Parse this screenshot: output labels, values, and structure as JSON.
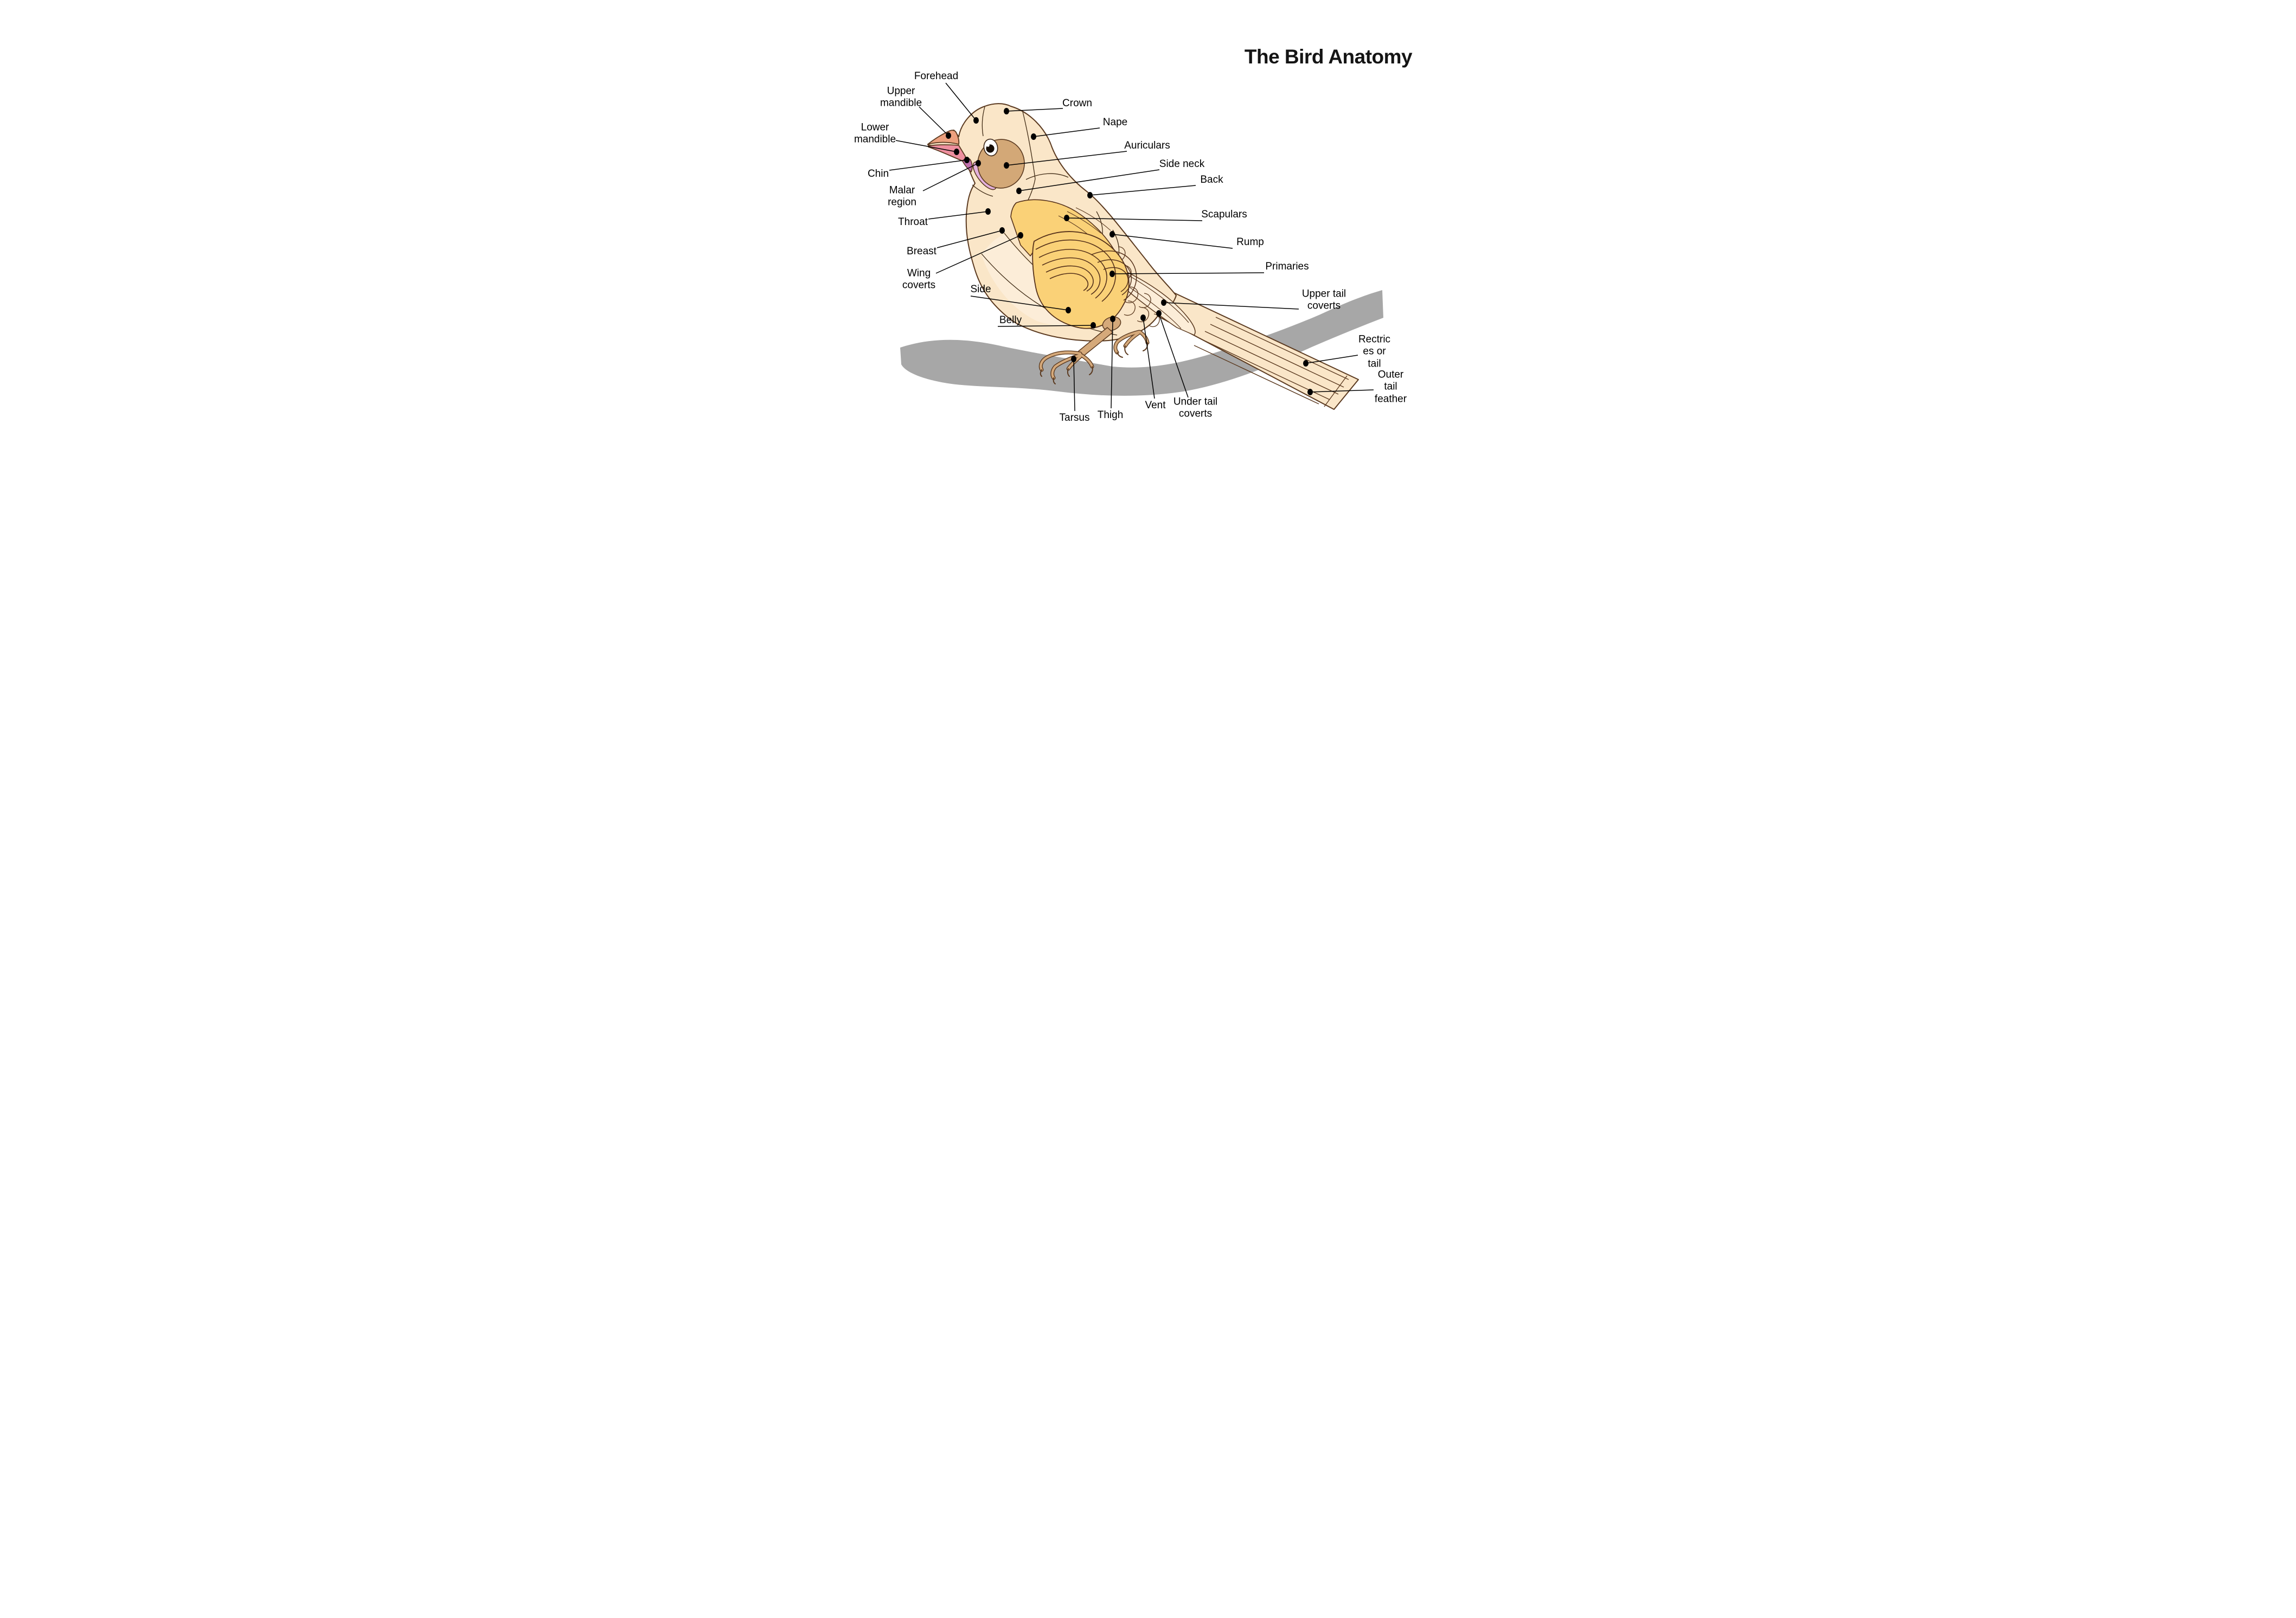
{
  "title": "The Bird Anatomy",
  "labels": [
    {
      "name": "forehead",
      "text": "Forehead"
    },
    {
      "name": "upper-mandible",
      "text": "Upper mandible"
    },
    {
      "name": "lower-mandible",
      "text": "Lower mandible"
    },
    {
      "name": "chin",
      "text": "Chin"
    },
    {
      "name": "malar-region",
      "text": "Malar region"
    },
    {
      "name": "throat",
      "text": "Throat"
    },
    {
      "name": "breast",
      "text": "Breast"
    },
    {
      "name": "wing-coverts",
      "text": "Wing coverts"
    },
    {
      "name": "side",
      "text": "Side"
    },
    {
      "name": "belly",
      "text": "Belly"
    },
    {
      "name": "tarsus",
      "text": "Tarsus"
    },
    {
      "name": "thigh",
      "text": "Thigh"
    },
    {
      "name": "vent",
      "text": "Vent"
    },
    {
      "name": "under-tail-coverts",
      "text": "Under tail coverts"
    },
    {
      "name": "crown",
      "text": "Crown"
    },
    {
      "name": "nape",
      "text": "Nape"
    },
    {
      "name": "auriculars",
      "text": "Auriculars"
    },
    {
      "name": "side-neck",
      "text": "Side neck"
    },
    {
      "name": "back",
      "text": "Back"
    },
    {
      "name": "scapulars",
      "text": "Scapulars"
    },
    {
      "name": "rump",
      "text": "Rump"
    },
    {
      "name": "primaries",
      "text": "Primaries"
    },
    {
      "name": "upper-tail-coverts",
      "text": "Upper tail coverts"
    },
    {
      "name": "rectrices-or-tail",
      "text": "Rectrices or tail"
    },
    {
      "name": "outer-tail-feather",
      "text": "Outer tail feather"
    }
  ],
  "colors": {
    "background": "#ffffff",
    "branch": "#a7a7a7",
    "body": "#fae6c8",
    "body_light": "#fcedd8",
    "wing_yellow": "#fad177",
    "auricular": "#d3a877",
    "upper_mandible": "#eda07e",
    "lower_mandible": "#ee8f9f",
    "chin": "#c06fac",
    "malar": "#e3b1dc",
    "leg": "#d5a97a",
    "outline": "#5b3a20",
    "leader_line": "#000000"
  }
}
